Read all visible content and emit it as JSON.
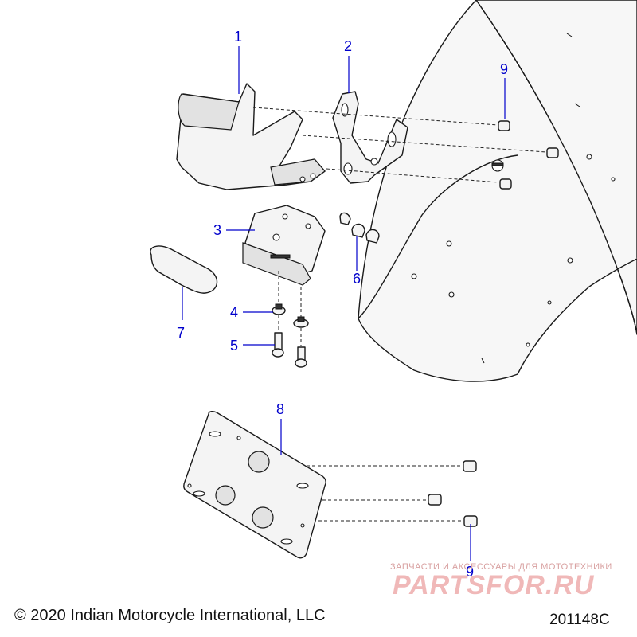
{
  "callouts": [
    {
      "id": "callout-1",
      "label": "1"
    },
    {
      "id": "callout-2",
      "label": "2"
    },
    {
      "id": "callout-3",
      "label": "3"
    },
    {
      "id": "callout-4",
      "label": "4"
    },
    {
      "id": "callout-5",
      "label": "5"
    },
    {
      "id": "callout-6",
      "label": "6"
    },
    {
      "id": "callout-7",
      "label": "7"
    },
    {
      "id": "callout-8",
      "label": "8"
    },
    {
      "id": "callout-9-top",
      "label": "9"
    },
    {
      "id": "callout-9-bottom",
      "label": "9"
    }
  ],
  "footer": {
    "copyright": "© 2020 Indian Motorcycle International, LLC",
    "drawing_number": "201148C"
  },
  "watermark": {
    "tagline": "ЗАПЧАСТИ И АКСЕССУАРЫ ДЛЯ МОТОТЕХНИКИ",
    "brand": "PARTSFOR.RU"
  },
  "colors": {
    "callout": "#0000cc",
    "watermark": "#f0b8b8"
  }
}
